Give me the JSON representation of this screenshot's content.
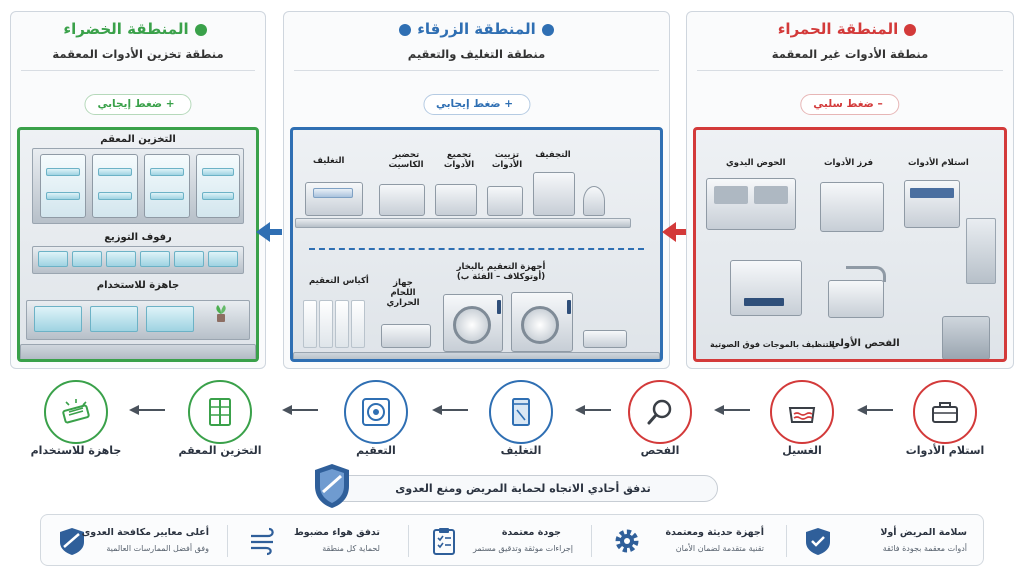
{
  "colors": {
    "green": "#3aa14a",
    "blue": "#2f6fb3",
    "red": "#d33a3a",
    "icon_blue": "#2f5f9a"
  },
  "zones": {
    "green": {
      "title": "المنطقة الخضراء",
      "subtitle": "منطقة تخزين الأدوات المعقمة",
      "pressure": "ضغط إيجابي",
      "pressure_sign": "+",
      "labels": {
        "storage": "التخزين المعقم",
        "shelves": "رفوف التوزيع",
        "ready": "جاهزة للاستخدام"
      }
    },
    "blue": {
      "title": "المنطقة الزرقاء",
      "subtitle": "منطقة التغليف والتعقيم",
      "pressure": "ضغط إيجابي",
      "pressure_sign": "+",
      "labels": {
        "wrapping": "التغليف",
        "cassette": "تحضير الكاسيت",
        "assembly": "تجميع الأدوات",
        "lubrication": "تزييت الأدوات",
        "drying": "التجفيف",
        "bags": "أكياس التعقيم",
        "sealer": "جهاز اللحام الحراري",
        "autoclave": "أجهزة التعقيم بالبخار (أوتوكلاف – الفئة ب)"
      }
    },
    "red": {
      "title": "المنطقة الحمراء",
      "subtitle": "منطقة الأدوات غير المعقمة",
      "pressure": "ضغط سلبي",
      "pressure_sign": "–",
      "labels": {
        "receiving": "استلام الأدوات",
        "sorting": "فرز الأدوات",
        "sink": "الحوض اليدوي",
        "ultrasonic": "التنظيف بالموجات فوق الصوتية",
        "inspection": "الفحص الأولي"
      }
    }
  },
  "flow_steps": [
    {
      "label": "استلام الأدوات",
      "icon": "instrument-box-icon",
      "color": "#d33a3a"
    },
    {
      "label": "الغسيل",
      "icon": "washing-basin-icon",
      "color": "#d33a3a"
    },
    {
      "label": "الفحص",
      "icon": "magnifier-icon",
      "color": "#d33a3a"
    },
    {
      "label": "التغليف",
      "icon": "sterile-pouch-icon",
      "color": "#2f6fb3"
    },
    {
      "label": "التعقيم",
      "icon": "autoclave-icon",
      "color": "#2f6fb3"
    },
    {
      "label": "التخزين المعقم",
      "icon": "storage-cabinet-icon",
      "color": "#3aa14a"
    },
    {
      "label": "جاهزة للاستخدام",
      "icon": "ready-tray-icon",
      "color": "#3aa14a"
    }
  ],
  "banner": {
    "text": "تدفق أحادي الاتجاه لحماية المريض ومنع العدوى"
  },
  "features": [
    {
      "title": "سلامة المريض أولا",
      "subtitle": "أدوات معقمة بجودة فائقة",
      "icon": "shield-check-icon"
    },
    {
      "title": "أجهزة حديثة ومعتمدة",
      "subtitle": "تقنية متقدمة لضمان الأمان",
      "icon": "gear-icon"
    },
    {
      "title": "جودة معتمدة",
      "subtitle": "إجراءات موثقة وتدقيق مستمر",
      "icon": "clipboard-check-icon"
    },
    {
      "title": "تدفق هواء مضبوط",
      "subtitle": "لحماية كل منطقة",
      "icon": "airflow-icon"
    },
    {
      "title": "أعلى معايير مكافحة العدوى",
      "subtitle": "وفق أفضل الممارسات العالمية",
      "icon": "shield-icon"
    }
  ]
}
